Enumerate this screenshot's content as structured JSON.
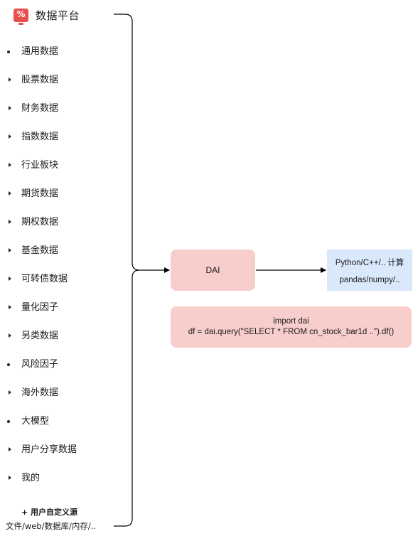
{
  "header": {
    "title": "数据平台",
    "logo_icon": "percent-icon",
    "logo_color": "#e8504d"
  },
  "menu": [
    {
      "label": "通用数据",
      "marker": "bullet"
    },
    {
      "label": "股票数据",
      "marker": "caret"
    },
    {
      "label": "财务数据",
      "marker": "caret"
    },
    {
      "label": "指数数据",
      "marker": "caret"
    },
    {
      "label": "行业板块",
      "marker": "caret"
    },
    {
      "label": "期货数据",
      "marker": "caret"
    },
    {
      "label": "期权数据",
      "marker": "caret"
    },
    {
      "label": "基金数据",
      "marker": "caret"
    },
    {
      "label": "可转债数据",
      "marker": "caret"
    },
    {
      "label": "量化因子",
      "marker": "caret"
    },
    {
      "label": "另类数据",
      "marker": "caret"
    },
    {
      "label": "风险因子",
      "marker": "bullet"
    },
    {
      "label": "海外数据",
      "marker": "caret"
    },
    {
      "label": "大模型",
      "marker": "bullet"
    },
    {
      "label": "用户分享数据",
      "marker": "caret"
    },
    {
      "label": "我的",
      "marker": "caret"
    }
  ],
  "custom_source": {
    "title": "+ 用户自定义源",
    "subtitle": "文件/web/数据库/内存/.."
  },
  "nodes": {
    "dai": {
      "label": "DAI",
      "color": "#f8cecc"
    },
    "compute": {
      "line1": "Python/C++/.. 计算",
      "line2": "pandas/numpy/..",
      "color": "#dae8fc"
    },
    "code": {
      "line1": "import dai",
      "line2": "df = dai.query(\"SELECT * FROM cn_stock_bar1d ..\").df()",
      "color": "#f8cecc"
    }
  }
}
